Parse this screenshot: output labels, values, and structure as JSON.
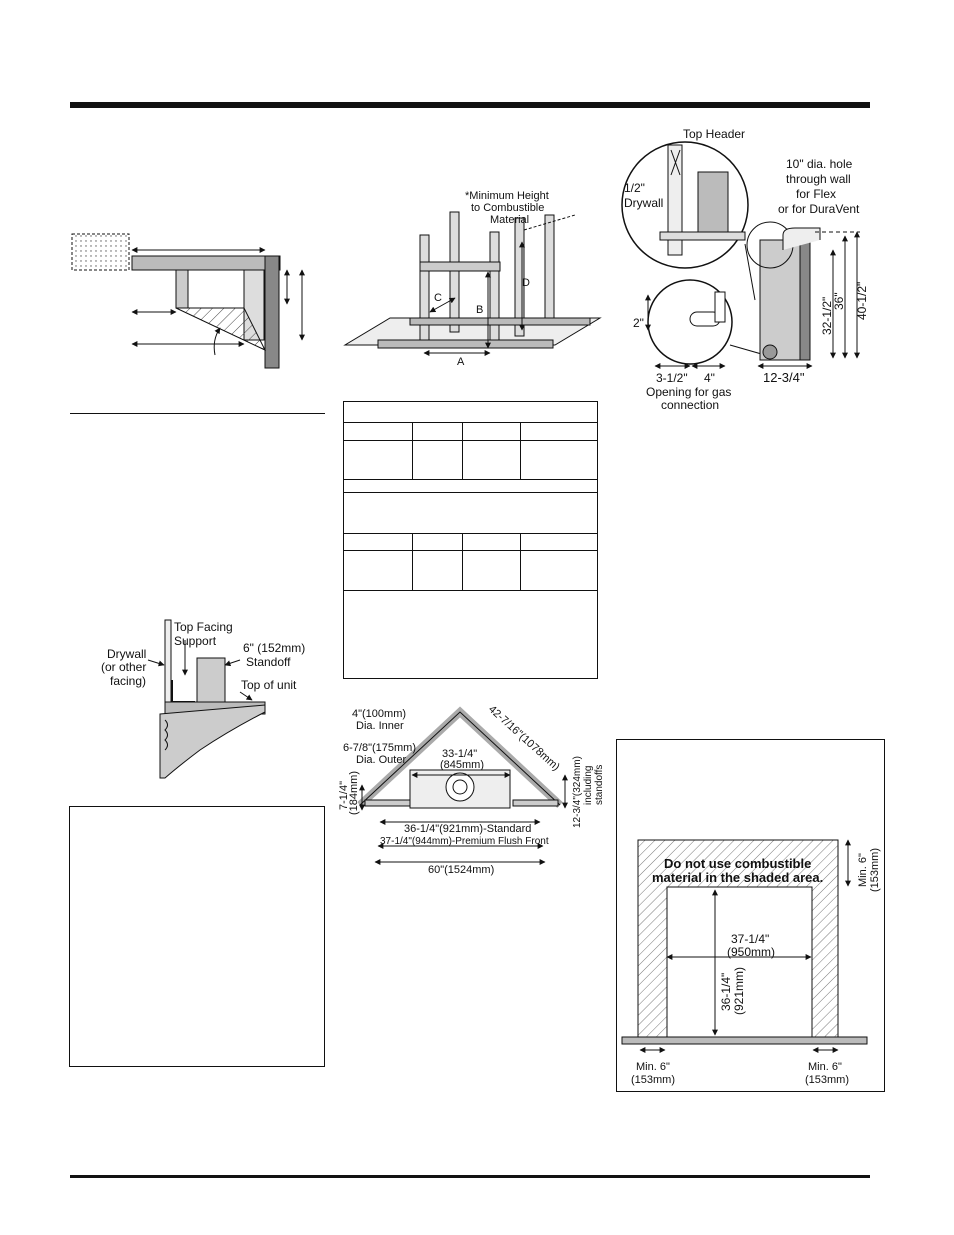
{
  "fig_top_header": {
    "top_header": "Top Header",
    "drywall": "1/2\" Drywall",
    "hole_l1": "10\" dia. hole",
    "hole_l2": "through wall",
    "hole_l3": "for Flex",
    "hole_l4": "or for DuraVent",
    "dim_32": "32-1/2\"",
    "dim_36": "36\"",
    "dim_40": "40-1/2\"",
    "dim_12": "12-3/4\"",
    "dim_2": "2\"",
    "dim_3": "3-1/2\"",
    "dim_4": "4\"",
    "opening_l1": "Opening for gas",
    "opening_l2": "connection"
  },
  "fig_framing": {
    "min_height_l1": "*Minimum Height",
    "min_height_l2": "to Combustible",
    "min_height_l3": "Material",
    "A": "A",
    "B": "B",
    "C": "C",
    "D": "D"
  },
  "fig_standoff": {
    "top_facing_l1": "Top Facing",
    "top_facing_l2": "Support",
    "standoff_l1": "6\" (152mm)",
    "standoff_l2": "Standoff",
    "drywall_l1": "Drywall",
    "drywall_l2": "(or other",
    "drywall_l3": "facing)",
    "top_of_unit": "Top of unit"
  },
  "fig_corner": {
    "inner_l1": "4\"(100mm)",
    "inner_l2": "Dia. Inner",
    "outer_l1": "6-7/8\"(175mm)",
    "outer_l2": "Dia. Outer",
    "diag": "42-7/16\"(1078mm)",
    "d33_l1": "33-1/4\"",
    "d33_l2": "(845mm)",
    "d7_l1": "7-1/4\"",
    "d7_l2": "(184mm)",
    "d12_l1": "12-3/4\"(324mm)",
    "d12_l2": "including",
    "d12_l3": "standoffs",
    "d36": "36-1/4\"(921mm)-Standard",
    "d37": "37-1/4\"(944mm)-Premium Flush Front",
    "d60": "60\"(1524mm)"
  },
  "fig_shaded": {
    "warn_l1": "Do not use combustible",
    "warn_l2": "material in the shaded area.",
    "min_top_l1": "Min. 6\"",
    "min_top_l2": "(153mm)",
    "w_l1": "37-1/4\"",
    "w_l2": "(950mm)",
    "h_l1": "36-1/4\"",
    "h_l2": "(921mm)",
    "min_left_l1": "Min. 6\"",
    "min_left_l2": "(153mm)",
    "min_right_l1": "Min. 6\"",
    "min_right_l2": "(153mm)"
  }
}
